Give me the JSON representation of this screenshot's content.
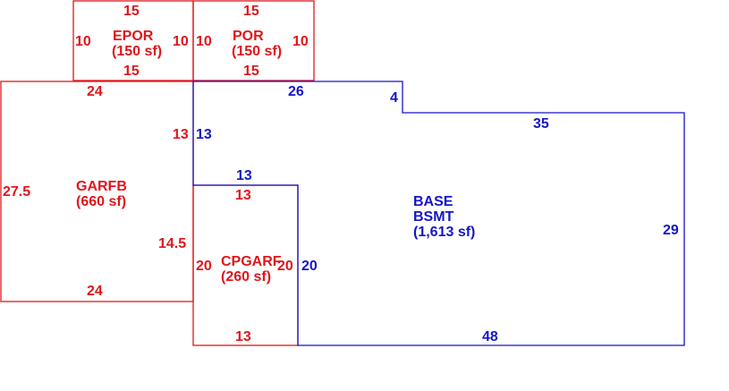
{
  "colors": {
    "red": "#e0161b",
    "blue": "#1515c8"
  },
  "areas": {
    "epor": {
      "name": "EPOR",
      "size": "(150 sf)"
    },
    "por": {
      "name": "POR",
      "size": "(150 sf)"
    },
    "garfb": {
      "name": "GARFB",
      "size": "(660 sf)"
    },
    "cpgarf": {
      "name": "CPGARF",
      "size": "(260 sf)"
    },
    "base": {
      "name": "BASE",
      "name2": "BSMT",
      "size": "(1,613 sf)"
    }
  },
  "dims": {
    "epor_top": "15",
    "epor_bottom": "15",
    "epor_left": "10",
    "epor_right": "10",
    "por_top": "15",
    "por_bottom": "15",
    "por_left": "10",
    "por_right": "10",
    "garfb_top": "24",
    "garfb_bottom": "24",
    "garfb_left": "27.5",
    "garfb_right_upper": "13",
    "garfb_right_lower": "14.5",
    "cpgarf_top": "13",
    "cpgarf_bottom": "13",
    "cpgarf_left": "20",
    "cpgarf_right": "20",
    "base_top": "26",
    "base_step": "4",
    "base_upper_right": "35",
    "base_right": "29",
    "base_bottom": "48",
    "base_left_upper": "13",
    "base_notch_top": "13",
    "base_notch_side": "20"
  }
}
